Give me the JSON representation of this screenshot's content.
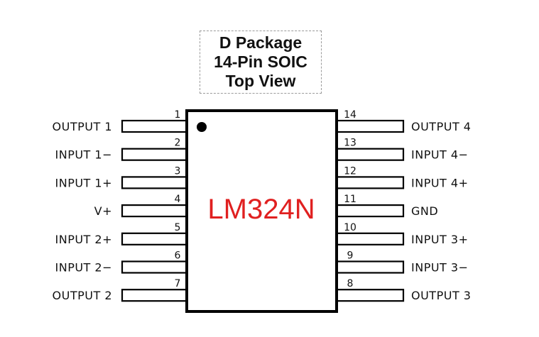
{
  "package_box": {
    "line1": "D Package",
    "line2": "14-Pin SOIC",
    "line3": "Top View"
  },
  "chip": {
    "label": "LM324N",
    "label_color": "#e02020"
  },
  "pins": {
    "left": [
      {
        "number": "1",
        "label": "OUTPUT 1"
      },
      {
        "number": "2",
        "label": "INPUT 1−"
      },
      {
        "number": "3",
        "label": "INPUT 1+"
      },
      {
        "number": "4",
        "label": "V+"
      },
      {
        "number": "5",
        "label": "INPUT 2+"
      },
      {
        "number": "6",
        "label": "INPUT 2−"
      },
      {
        "number": "7",
        "label": "OUTPUT 2"
      }
    ],
    "right": [
      {
        "number": "14",
        "label": "OUTPUT 4"
      },
      {
        "number": "13",
        "label": "INPUT 4−"
      },
      {
        "number": "12",
        "label": "INPUT 4+"
      },
      {
        "number": "11",
        "label": "GND"
      },
      {
        "number": "10",
        "label": "INPUT 3+"
      },
      {
        "number": "9",
        "label": "INPUT 3−"
      },
      {
        "number": "8",
        "label": "OUTPUT 3"
      }
    ]
  }
}
